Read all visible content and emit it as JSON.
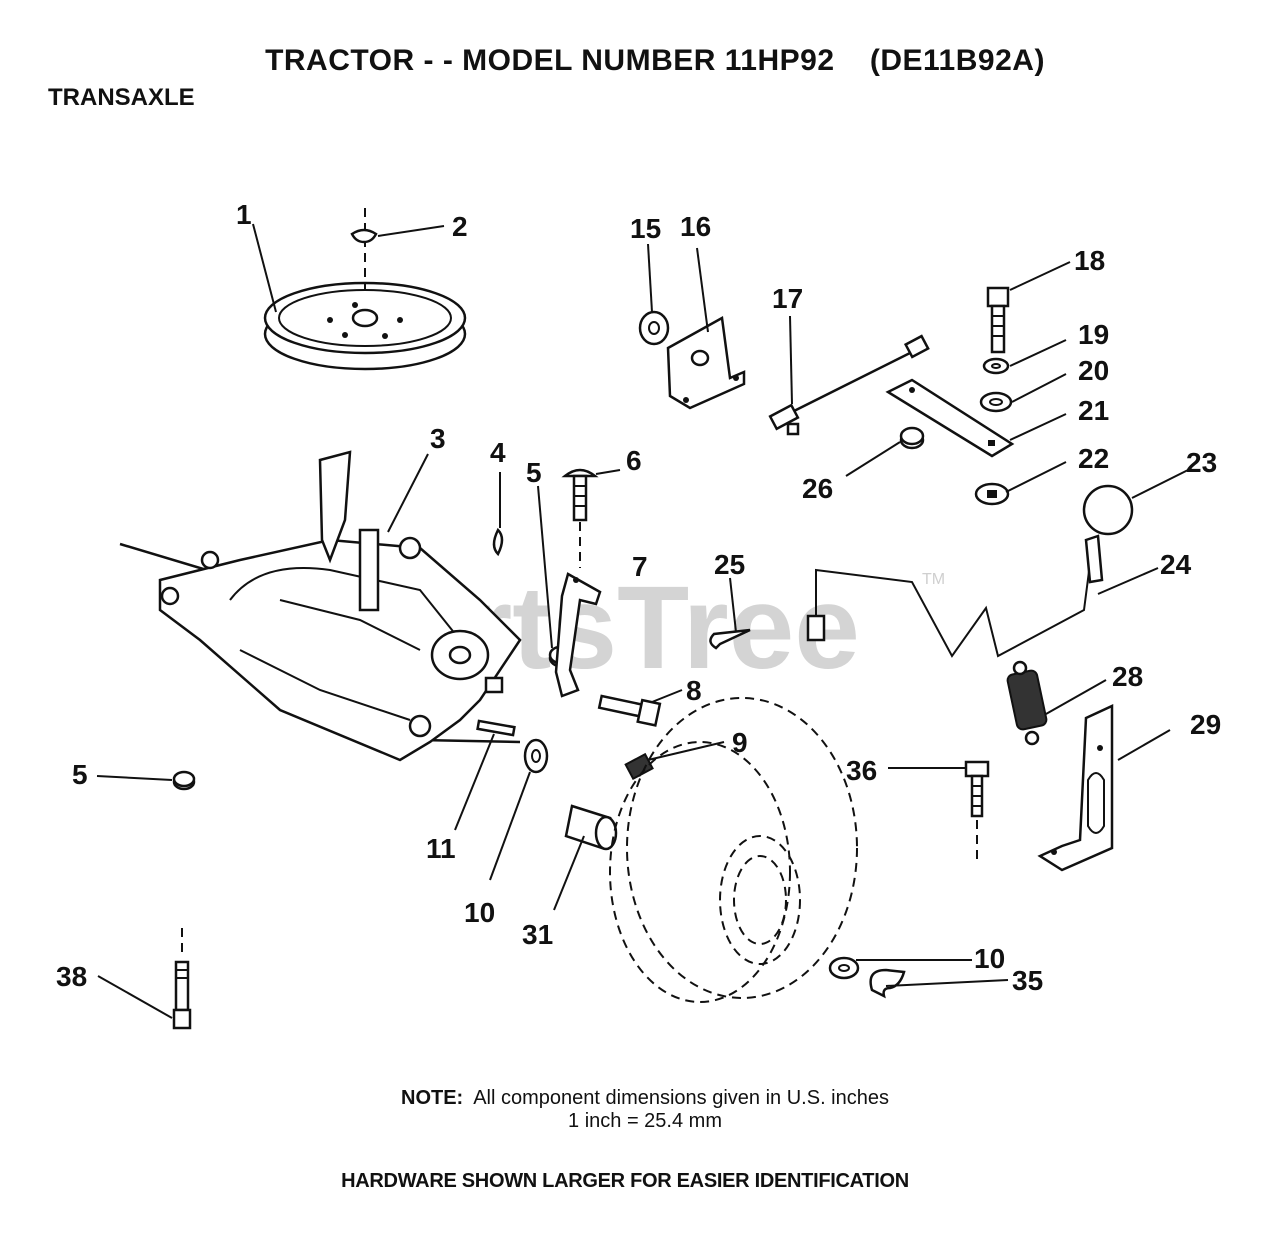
{
  "header": {
    "title": "TRACTOR - - MODEL NUMBER 11HP92    (DE11B92A)",
    "section": "TRANSAXLE"
  },
  "watermark": {
    "text": "PartsTree",
    "tm": "TM"
  },
  "callouts": {
    "c1": "1",
    "c2": "2",
    "c3": "3",
    "c4": "4",
    "c5a": "5",
    "c5b": "5",
    "c6": "6",
    "c7": "7",
    "c8": "8",
    "c9": "9",
    "c10a": "10",
    "c10b": "10",
    "c11": "11",
    "c15": "15",
    "c16": "16",
    "c17": "17",
    "c18": "18",
    "c19": "19",
    "c20": "20",
    "c21": "21",
    "c22": "22",
    "c23": "23",
    "c24": "24",
    "c25": "25",
    "c26": "26",
    "c28": "28",
    "c29": "29",
    "c31": "31",
    "c35": "35",
    "c36": "36",
    "c38": "38"
  },
  "footer": {
    "note_label": "NOTE:",
    "note_line1": "All component dimensions given in U.S. inches",
    "note_line2": "1 inch = 25.4 mm",
    "hardware": "HARDWARE SHOWN LARGER FOR EASIER IDENTIFICATION"
  }
}
